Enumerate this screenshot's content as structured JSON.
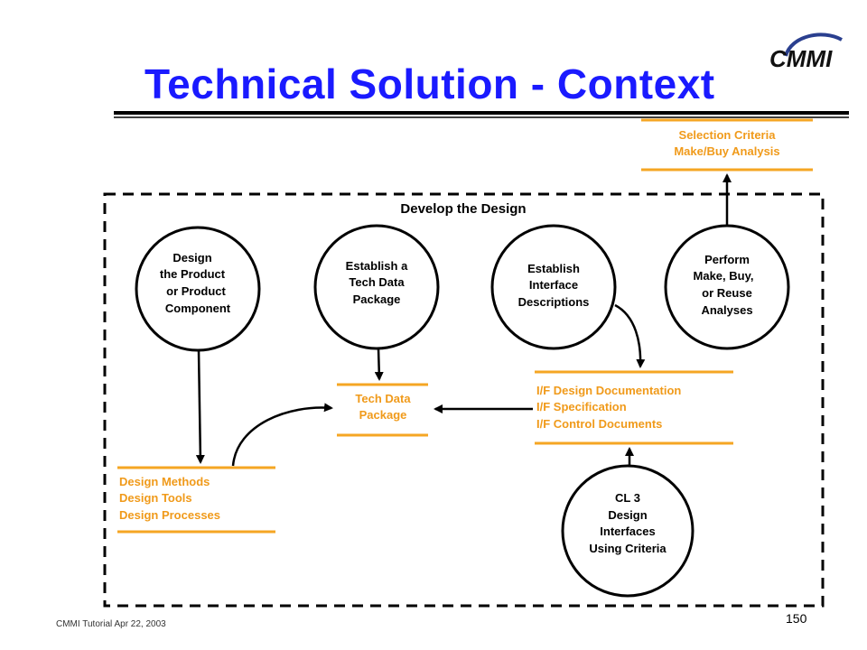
{
  "slide": {
    "title": "Technical Solution - Context",
    "logo_text": "CMMI",
    "footer": "CMMI Tutorial Apr 22, 2003",
    "page_number": "150"
  },
  "diagram": {
    "boundary_label": "Develop the Design",
    "processes": {
      "design_product": [
        "Design",
        "the Product",
        "or Product",
        "Component"
      ],
      "tech_data_package": [
        "Establish a",
        "Tech Data",
        "Package"
      ],
      "interface_descriptions": [
        "Establish",
        "Interface",
        "Descriptions"
      ],
      "make_buy_reuse": [
        "Perform",
        "Make, Buy,",
        "or Reuse",
        "Analyses"
      ],
      "design_interfaces": [
        "CL 3",
        "Design",
        "Interfaces",
        "Using Criteria"
      ]
    },
    "stores": {
      "selection_criteria": [
        "Selection Criteria",
        "Make/Buy Analysis"
      ],
      "design_methods": [
        "Design Methods",
        "Design Tools",
        "Design Processes"
      ],
      "tech_data_package": [
        "Tech Data",
        "Package"
      ],
      "if_documents": [
        "I/F Design Documentation",
        "I/F Specification",
        "I/F Control Documents"
      ]
    }
  },
  "colors": {
    "title": "#1a1aff",
    "store_text": "#f09a1a",
    "store_line": "#f5a623",
    "outline": "#000000"
  }
}
